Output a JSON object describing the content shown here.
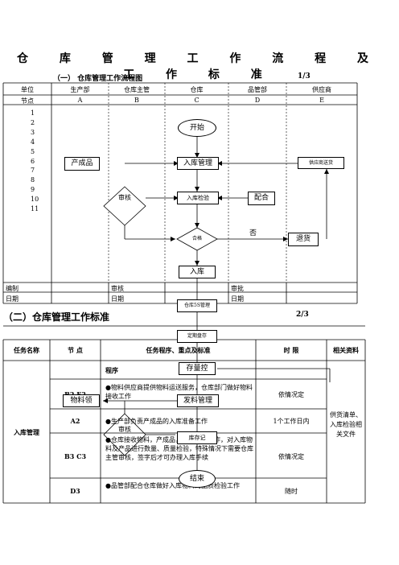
{
  "doc_title": "仓 库 管 理 工 作 流 程 及 工 作 标 准",
  "section1": {
    "heading": "（一） 仓库管理工作流程图",
    "page": "1/3"
  },
  "flow_table": {
    "unit_label": "单位",
    "node_label": "节点",
    "units": [
      "生产部",
      "仓库主管",
      "仓库",
      "品管部",
      "供应商"
    ],
    "nodes": [
      "A",
      "B",
      "C",
      "D",
      "E"
    ],
    "steps": [
      "1",
      "2",
      "3",
      "4",
      "5",
      "6",
      "7",
      "8",
      "9",
      "10",
      "11"
    ],
    "footer": {
      "prepared": "编制",
      "reviewed": "审核",
      "approved": "审批",
      "date1": "日期",
      "date2": "日期",
      "date3": "日期"
    }
  },
  "flow_nodes": {
    "start": "开始",
    "product": "产成品",
    "inbound_mgmt": "入库管理",
    "supplier_delivery": "供应商送货",
    "audit": "审核",
    "inbound_inspect": "入库检验",
    "cooperate": "配合",
    "no": "否",
    "decision": "合格",
    "return": "退货",
    "stock_in": "入库",
    "warehouse_5s": "仓库5S管理",
    "periodic_inventory": "定期盘存",
    "inventory_control": "存量控",
    "material_issue": "物料领",
    "issue_mgmt": "发料管理",
    "audit2": "审核",
    "stock_record": "库存记",
    "end": "结束"
  },
  "section2": {
    "heading": "（二）仓库管理工作标准",
    "page": "2/3"
  },
  "std_table": {
    "headers": [
      "任务名称",
      "节 点",
      "任务程序、重点及标准",
      "时  限",
      "相关资料"
    ],
    "task_name": "入库管理",
    "procedure_label": "程序",
    "rows": [
      {
        "node": "B2 E2",
        "text": "●物料供应商提供物料运送服务，仓库部门做好物料接收工作",
        "time": "依情况定"
      },
      {
        "node": "A2",
        "text": "●生产部负责产成品的入库准备工作",
        "time": "1个工作日内"
      },
      {
        "node": "B3 C3",
        "text": "●仓库接收物料，产成品，做好接收工作，对入库物料及产品进行数量、质量检验，特殊情况下需要仓库主管审核，签字后才可办理入库手续",
        "time": "依情况定"
      },
      {
        "node": "D3",
        "text": "●品管部配合仓库做好入库物料的品质检验工作",
        "time": "随时"
      }
    ],
    "related": "供货清单、入库检验相关文件"
  }
}
